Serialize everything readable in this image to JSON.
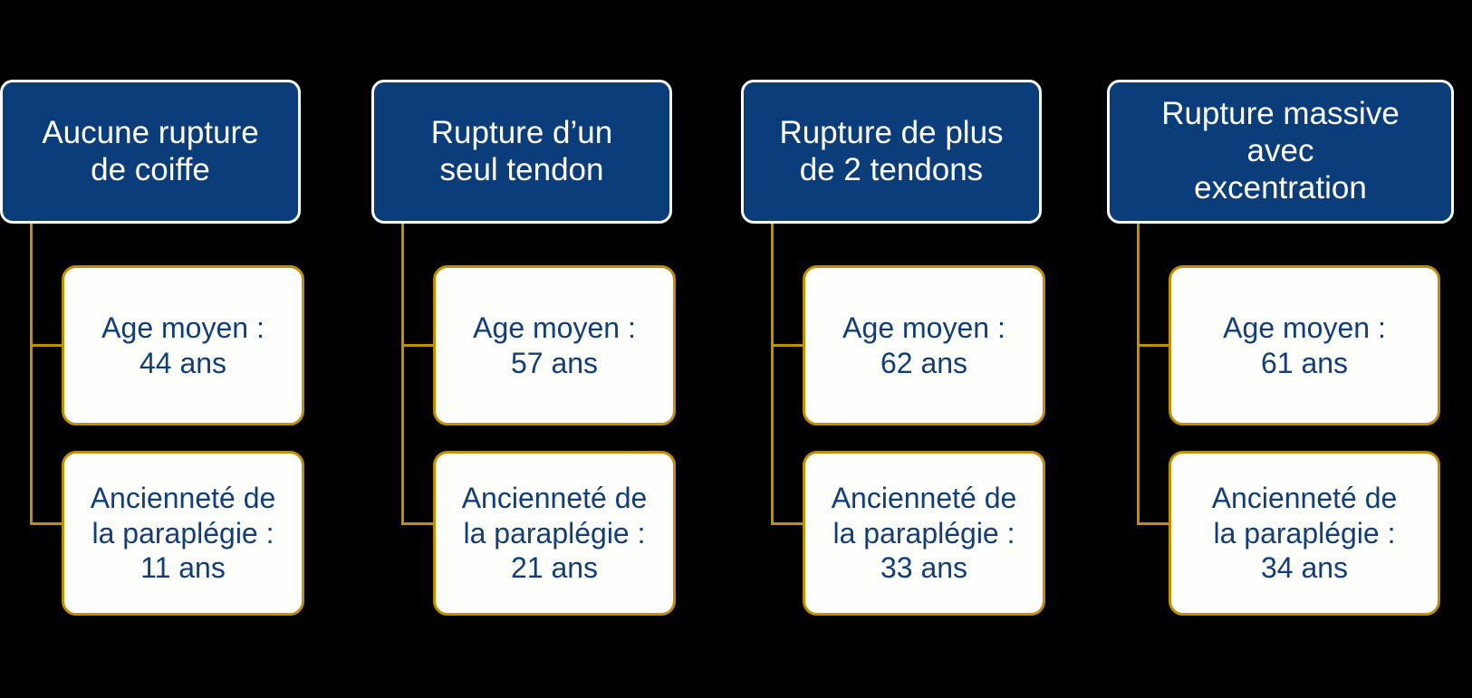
{
  "background_color": "#000000",
  "theme": {
    "header_fill": "#0B3D7B",
    "header_text_color": "#FFFFFF",
    "header_border_color": "#FFFFFF",
    "detail_fill": "#FEFEFC",
    "detail_text_color": "#123E77",
    "connector_color": "#BF8F00"
  },
  "columns": [
    {
      "header": "Aucune rupture\nde coiffe",
      "details": [
        "Age moyen :\n44 ans",
        "Ancienneté de\nla paraplégie :\n11 ans"
      ],
      "age_label": "Age moyen :",
      "age_value": "44 ans",
      "anciennete_label": "Ancienneté de la paraplégie :",
      "anciennete_value": "11 ans"
    },
    {
      "header": "Rupture d’un\nseul tendon",
      "details": [
        "Age moyen :\n57 ans",
        "Ancienneté de\nla paraplégie :\n21 ans"
      ],
      "age_label": "Age moyen :",
      "age_value": "57 ans",
      "anciennete_label": "Ancienneté de la paraplégie :",
      "anciennete_value": "21 ans"
    },
    {
      "header": "Rupture de plus\nde 2 tendons",
      "details": [
        "Age moyen :\n62 ans",
        "Ancienneté de\nla paraplégie :\n33 ans"
      ],
      "age_label": "Age moyen :",
      "age_value": "62 ans",
      "anciennete_label": "Ancienneté de la paraplégie :",
      "anciennete_value": "33 ans"
    },
    {
      "header": "Rupture massive\navec\nexcentration",
      "details": [
        "Age moyen :\n61 ans",
        "Ancienneté de\nla paraplégie :\n34 ans"
      ],
      "age_label": "Age moyen :",
      "age_value": "61 ans",
      "anciennete_label": "Ancienneté de la paraplégie :",
      "anciennete_value": "34 ans"
    }
  ]
}
